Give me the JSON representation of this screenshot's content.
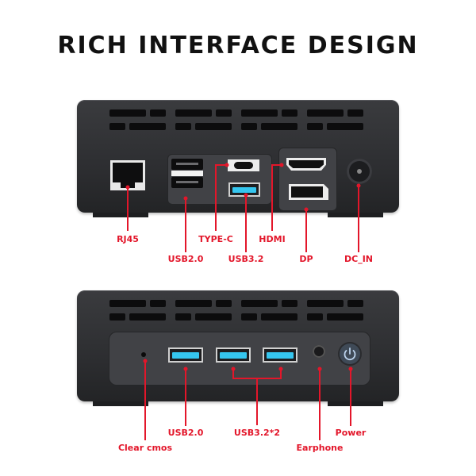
{
  "title": "RICH INTERFACE DESIGN",
  "colors": {
    "label": "#e3162a",
    "device": "#2d2e31",
    "usb3_blue": "#35c6ef"
  },
  "rear_panel": {
    "ports": [
      {
        "id": "rj45",
        "label": "RJ45",
        "icon": "ethernet-port-icon"
      },
      {
        "id": "usb2",
        "label": "USB2.0",
        "icon": "usb-a-port-icon"
      },
      {
        "id": "typec",
        "label": "TYPE-C",
        "icon": "usb-c-port-icon"
      },
      {
        "id": "usb32",
        "label": "USB3.2",
        "icon": "usb3-port-icon"
      },
      {
        "id": "hdmi",
        "label": "HDMI",
        "icon": "hdmi-port-icon"
      },
      {
        "id": "dp",
        "label": "DP",
        "icon": "displayport-icon"
      },
      {
        "id": "dcin",
        "label": "DC_IN",
        "icon": "dc-power-jack-icon"
      }
    ]
  },
  "front_panel": {
    "ports": [
      {
        "id": "cmos",
        "label": "Clear cmos",
        "icon": "cmos-pinhole-icon"
      },
      {
        "id": "usb2",
        "label": "USB2.0",
        "icon": "usb-a-port-icon"
      },
      {
        "id": "usb32x2",
        "label": "USB3.2*2",
        "icon": "usb3-port-icon"
      },
      {
        "id": "earphone",
        "label": "Earphone",
        "icon": "audio-jack-icon"
      },
      {
        "id": "power",
        "label": "Power",
        "icon": "power-button-icon"
      }
    ]
  }
}
